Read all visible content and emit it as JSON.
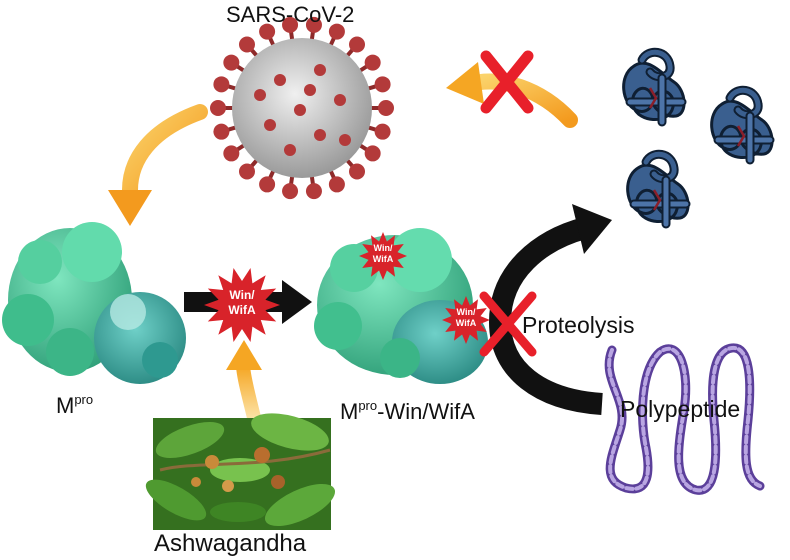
{
  "labels": {
    "virus": "SARS-CoV-2",
    "mpro_main": "M",
    "mpro_sup": "pro",
    "complex_main": "M",
    "complex_sup": "pro",
    "complex_rest": "-Win/WifA",
    "proteolysis": "Proteolysis",
    "polypeptide": "Polypeptide",
    "plant": "Ashwagandha"
  },
  "burst_labels": {
    "line1": "Win/",
    "line2": "WifA"
  },
  "colors": {
    "arrow_orange": "#f5a623",
    "arrow_black": "#111111",
    "cross_red": "#e8202a",
    "burst_red": "#d8232a",
    "protein_green": "#4fd39f",
    "protein_teal": "#39b3a7",
    "virus_spike": "#b33a3a",
    "virus_body": "#c8c8c8",
    "folded_protein": "#3a5f8f",
    "polypeptide": "#7e62b5",
    "leaf": "#4c8f2e"
  },
  "icons": [
    "virus-icon",
    "folded-protein-icon",
    "polypeptide-icon",
    "protease-icon",
    "plant-icon",
    "inhibitor-burst-icon",
    "block-cross-icon"
  ]
}
